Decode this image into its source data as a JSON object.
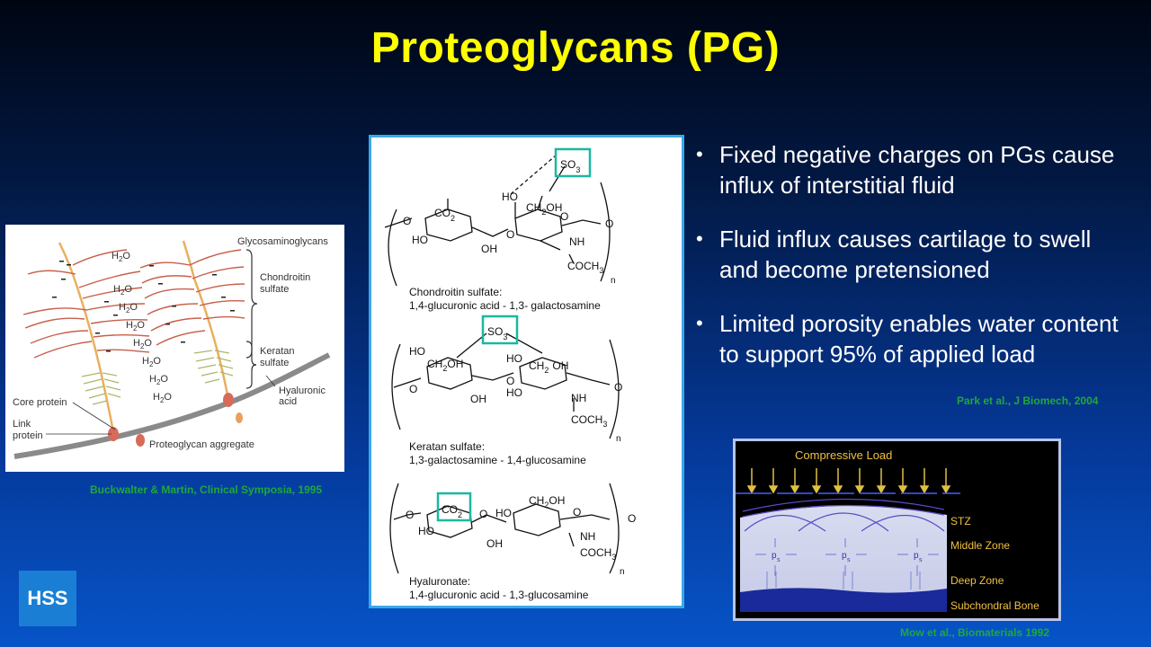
{
  "title": "Proteoglycans (PG)",
  "bullets": [
    "Fixed negative charges on PGs cause influx of interstitial fluid",
    "Fluid influx causes cartilage to swell and become pretensioned",
    "Limited porosity enables water content to support 95% of applied load"
  ],
  "citations": {
    "park": "Park et al., J Biomech, 2004",
    "buckwalter": "Buckwalter & Martin, Clinical Symposia, 1995",
    "mow": "Mow et al., Biomaterials 1992"
  },
  "logo": "HSS",
  "left_figure": {
    "labels": {
      "gag": "Glycosaminoglycans",
      "chondroitin": "Chondroitin",
      "chondroitin2": "sulfate",
      "keratan": "Keratan",
      "keratan2": "sulfate",
      "hyaluronic": "Hyaluronic",
      "hyaluronic2": "acid",
      "core": "Core protein",
      "link": "Link",
      "link2": "protein",
      "aggregate": "Proteoglycan aggregate"
    }
  },
  "center_figure": {
    "so3": "SO",
    "co2": "CO",
    "ch2oh": "CH",
    "ho": "HO",
    "oh": "OH",
    "nh": "NH",
    "coch3": "COCH",
    "o": "O",
    "n": "n",
    "chondroitin_title": "Chondroitin sulfate:",
    "chondroitin_desc": "1,4-glucuronic acid - 1,3- galactosamine",
    "keratan_title": "Keratan sulfate:",
    "keratan_desc": "1,3-galactosamine - 1,4-glucosamine",
    "hyaluronate_title": "Hyaluronate:",
    "hyaluronate_desc": "1,4-glucuronic acid - 1,3-glucosamine"
  },
  "right_figure": {
    "load": "Compressive Load",
    "stz": "STZ",
    "middle": "Middle Zone",
    "deep": "Deep Zone",
    "bone": "Subchondral Bone",
    "ps": "p"
  }
}
